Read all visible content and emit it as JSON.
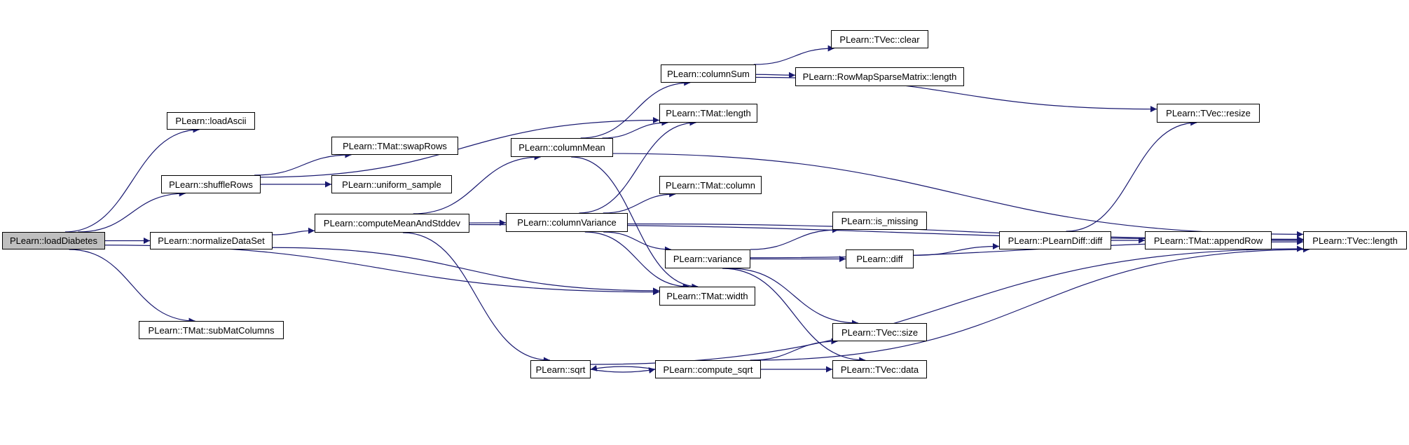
{
  "colors": {
    "edge": "#191970",
    "node_border": "#000000",
    "root_fill": "#bfbfbf",
    "node_fill": "#ffffff"
  },
  "nodes": {
    "loadDiabetes": "PLearn::loadDiabetes",
    "loadAscii": "PLearn::loadAscii",
    "shuffleRows": "PLearn::shuffleRows",
    "normalizeDataSet": "PLearn::normalizeDataSet",
    "subMatColumns": "PLearn::TMat::subMatColumns",
    "swapRows": "PLearn::TMat::swapRows",
    "uniform_sample": "PLearn::uniform_sample",
    "computeMeanAndStddev": "PLearn::computeMeanAndStddev",
    "columnMean": "PLearn::columnMean",
    "columnVariance": "PLearn::columnVariance",
    "sqrt": "PLearn::sqrt",
    "columnSum": "PLearn::columnSum",
    "tmat_length": "PLearn::TMat::length",
    "tmat_column": "PLearn::TMat::column",
    "variance": "PLearn::variance",
    "tmat_width": "PLearn::TMat::width",
    "compute_sqrt": "PLearn::compute_sqrt",
    "tvec_clear": "PLearn::TVec::clear",
    "rowmap_length": "PLearn::RowMapSparseMatrix::length",
    "is_missing": "PLearn::is_missing",
    "diff": "PLearn::diff",
    "tvec_size": "PLearn::TVec::size",
    "tvec_data": "PLearn::TVec::data",
    "plearndiff_diff": "PLearn::PLearnDiff::diff",
    "tvec_resize": "PLearn::TVec::resize",
    "appendRow": "PLearn::TMat::appendRow",
    "tvec_length": "PLearn::TVec::length"
  },
  "edges": [
    [
      "loadDiabetes",
      "loadAscii"
    ],
    [
      "loadDiabetes",
      "shuffleRows"
    ],
    [
      "loadDiabetes",
      "normalizeDataSet"
    ],
    [
      "loadDiabetes",
      "tmat_width"
    ],
    [
      "loadDiabetes",
      "subMatColumns"
    ],
    [
      "shuffleRows",
      "tmat_length"
    ],
    [
      "shuffleRows",
      "swapRows"
    ],
    [
      "shuffleRows",
      "uniform_sample"
    ],
    [
      "normalizeDataSet",
      "computeMeanAndStddev"
    ],
    [
      "normalizeDataSet",
      "tmat_width"
    ],
    [
      "computeMeanAndStddev",
      "tvec_length"
    ],
    [
      "computeMeanAndStddev",
      "columnMean"
    ],
    [
      "computeMeanAndStddev",
      "columnVariance"
    ],
    [
      "computeMeanAndStddev",
      "sqrt"
    ],
    [
      "columnMean",
      "columnSum"
    ],
    [
      "columnMean",
      "tmat_length"
    ],
    [
      "columnMean",
      "tvec_length"
    ],
    [
      "columnMean",
      "tmat_width"
    ],
    [
      "columnSum",
      "tvec_clear"
    ],
    [
      "columnSum",
      "rowmap_length"
    ],
    [
      "columnSum",
      "tvec_resize"
    ],
    [
      "columnVariance",
      "tmat_length"
    ],
    [
      "columnVariance",
      "tmat_column"
    ],
    [
      "columnVariance",
      "tvec_length"
    ],
    [
      "columnVariance",
      "variance"
    ],
    [
      "columnVariance",
      "tmat_width"
    ],
    [
      "variance",
      "is_missing"
    ],
    [
      "variance",
      "diff"
    ],
    [
      "variance",
      "tvec_length"
    ],
    [
      "variance",
      "tvec_size"
    ],
    [
      "variance",
      "tvec_data"
    ],
    [
      "diff",
      "plearndiff_diff"
    ],
    [
      "plearndiff_diff",
      "tvec_resize"
    ],
    [
      "plearndiff_diff",
      "appendRow"
    ],
    [
      "appendRow",
      "tvec_length"
    ],
    [
      "sqrt",
      "compute_sqrt"
    ],
    [
      "sqrt",
      "tvec_length"
    ],
    [
      "compute_sqrt",
      "sqrt"
    ],
    [
      "compute_sqrt",
      "tvec_size"
    ],
    [
      "compute_sqrt",
      "tvec_data"
    ],
    [
      "compute_sqrt",
      "tvec_length"
    ]
  ]
}
